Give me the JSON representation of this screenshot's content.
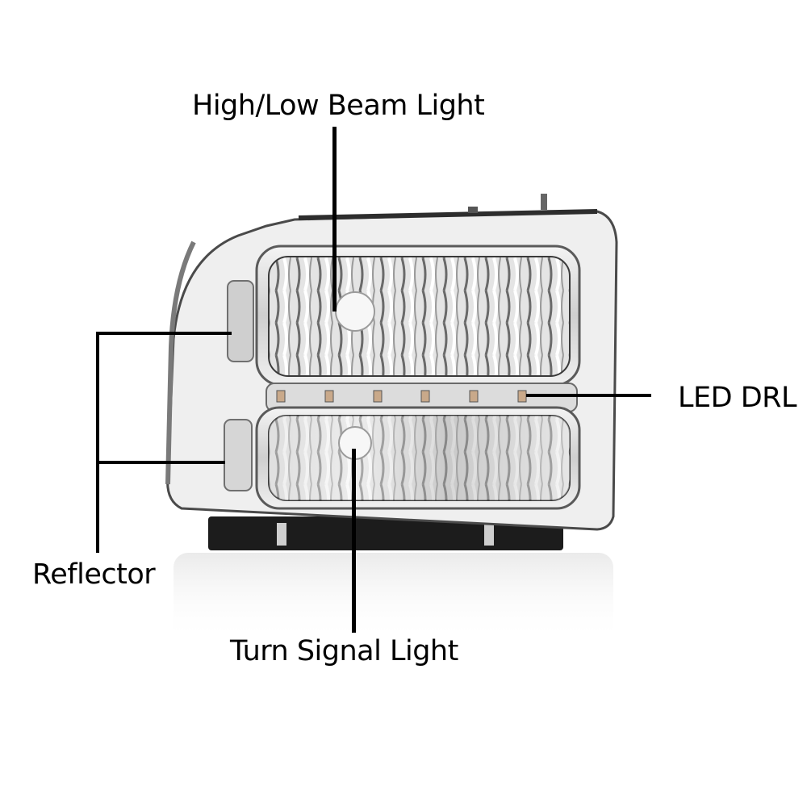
{
  "diagram": {
    "subject": "Headlight assembly",
    "callouts": [
      {
        "id": "high-low-beam",
        "label": "High/Low Beam Light"
      },
      {
        "id": "led-drl",
        "label": "LED DRL"
      },
      {
        "id": "reflector",
        "label": "Reflector"
      },
      {
        "id": "turn-signal",
        "label": "Turn Signal Light"
      }
    ],
    "colors": {
      "background": "#ffffff",
      "leader_lines": "#000000",
      "chrome_dark": "#3a3a3a",
      "chrome_light": "#e6e6e6",
      "housing_black": "#1c1c1c",
      "led_amber": "#c9a98a"
    }
  }
}
